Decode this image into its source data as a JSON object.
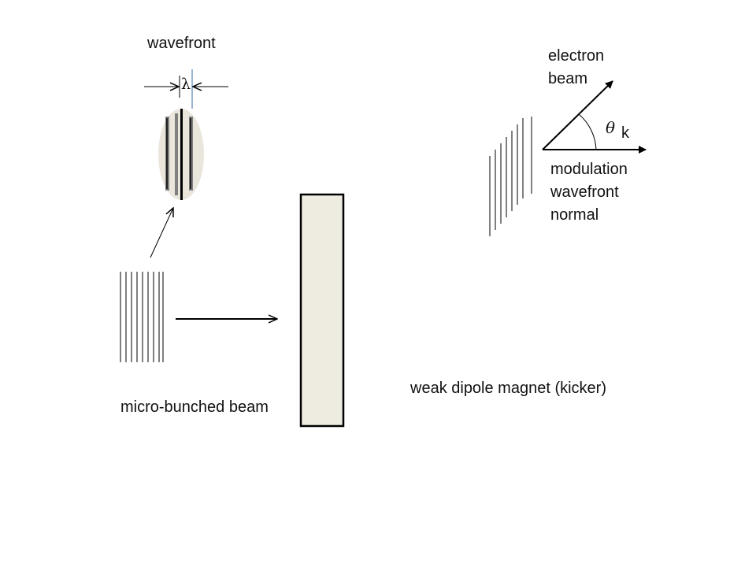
{
  "labels": {
    "wavefront": "wavefront",
    "lambda": "λ",
    "electron_beam_line1": "electron",
    "electron_beam_line2": "beam",
    "theta": "θ",
    "k": "k",
    "modulation_line1": "modulation",
    "modulation_line2": "wavefront",
    "modulation_line3": "normal",
    "micro_bunched_beam": "micro-bunched beam",
    "kicker": "weak dipole magnet (kicker)"
  },
  "colors": {
    "magnet_fill": "#eeebe1",
    "bunch_fill": "#eae6dc",
    "line": "#000000",
    "marker_blue": "#3a6ea5",
    "bar_gray": "#808080"
  }
}
